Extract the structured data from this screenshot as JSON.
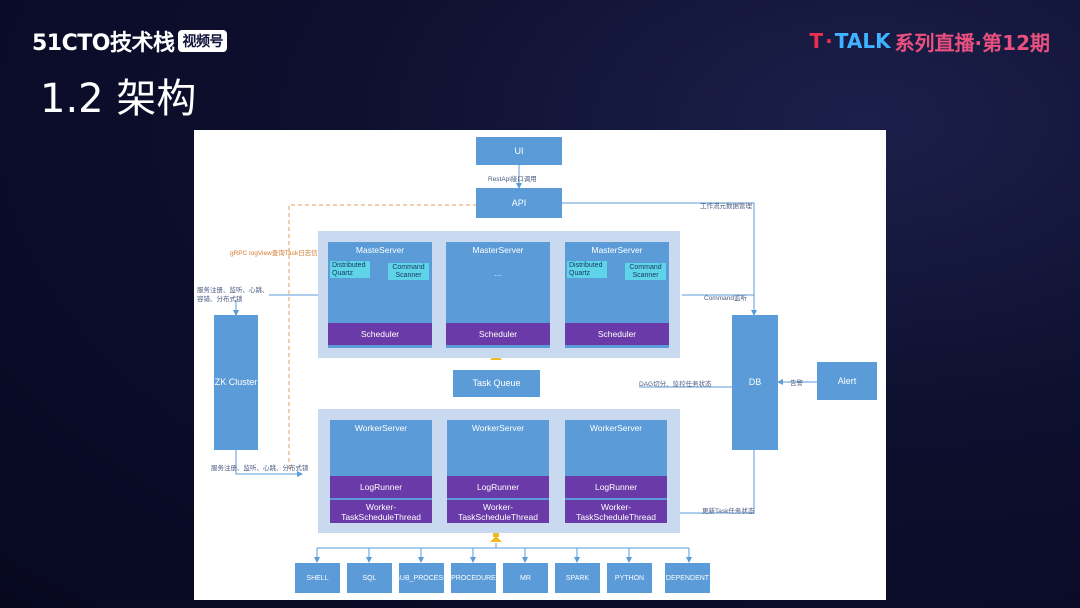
{
  "header": {
    "brand": "51CTO技术栈",
    "brand_tag": "视频号",
    "event_t": "T",
    "event_dot": "·",
    "event_talk": "TALK",
    "event_rest": "系列直播·第12期"
  },
  "slide_title": "1.2 架构",
  "diagram": {
    "ui": "UI",
    "restapi_label": "RestApi接口调用",
    "api": "API",
    "workflow_label": "工作流元数据管理",
    "grpc_label": "gRPC logView查询Task日志信息",
    "zk_label_top": "服务注册、监听、心跳、\n容错、分布式锁",
    "zk": "ZK Cluster",
    "zk_label_bottom": "服务注册、监听、心跳、分布式锁",
    "masters": [
      {
        "name": "MasteServer",
        "quartz": "Distributed\nQuartz",
        "scanner": "Command\nScanner",
        "scheduler": "Scheduler"
      },
      {
        "name": "MasterServer",
        "mid": "...",
        "scheduler": "Scheduler"
      },
      {
        "name": "MasterServer",
        "quartz": "Distributed\nQuartz",
        "scanner": "Command\nScanner",
        "scheduler": "Scheduler"
      }
    ],
    "command_label": "Command监听",
    "task_queue": "Task Queue",
    "dag_label": "DAG切分、监控任务状态",
    "db": "DB",
    "alarm_label": "告警",
    "alert": "Alert",
    "workers": [
      {
        "name": "WorkerServer",
        "logrunner": "LogRunner",
        "thread": "Worker-\nTaskScheduleThread"
      },
      {
        "name": "WorkerServer",
        "logrunner": "LogRunner",
        "thread": "Worker-\nTaskScheduleThread"
      },
      {
        "name": "WorkerServer",
        "logrunner": "LogRunner",
        "thread": "Worker-\nTaskScheduleThread"
      }
    ],
    "update_label": "更新Task任务状态",
    "tasks": [
      "SHELL",
      "SQL",
      "SUB_PROCESS",
      "PROCEDURE",
      "MR",
      "SPARK",
      "PYTHON",
      "DEPENDENT"
    ]
  }
}
